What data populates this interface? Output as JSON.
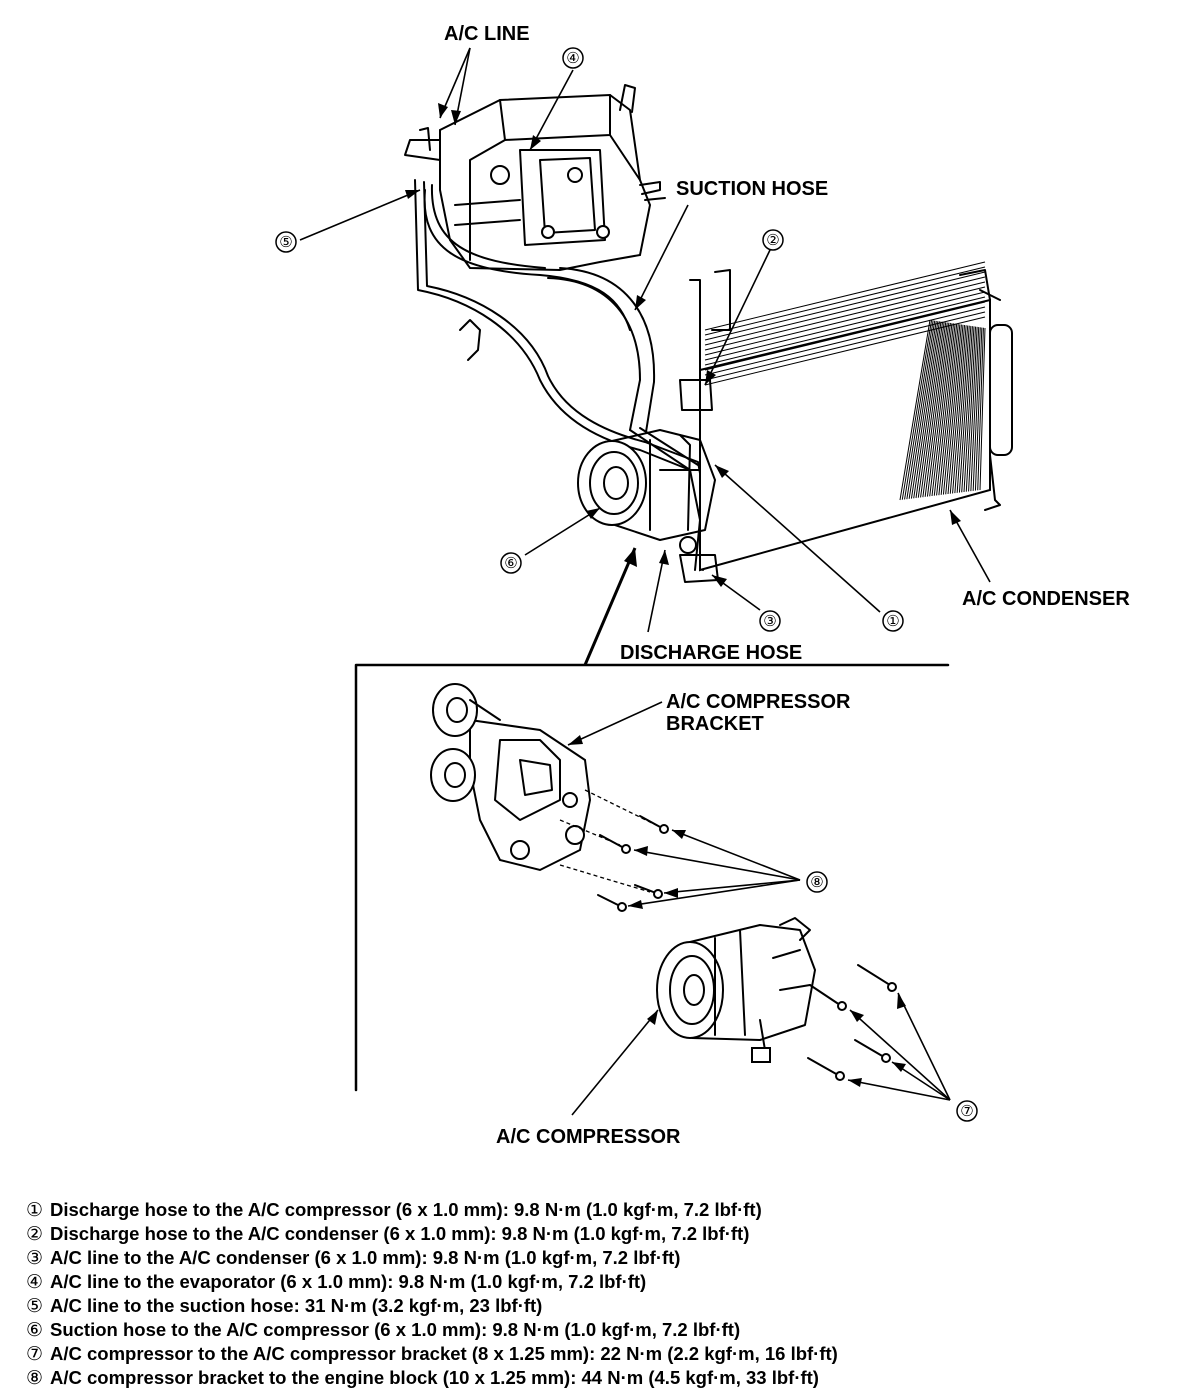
{
  "labels": {
    "ac_line": "A/C LINE",
    "suction_hose": "SUCTION HOSE",
    "ac_condenser": "A/C CONDENSER",
    "discharge_hose": "DISCHARGE HOSE",
    "ac_compressor_bracket_line1": "A/C COMPRESSOR",
    "ac_compressor_bracket_line2": "BRACKET",
    "ac_compressor": "A/C COMPRESSOR"
  },
  "callouts": {
    "c1": "①",
    "c2": "②",
    "c3": "③",
    "c4": "④",
    "c5": "⑤",
    "c6": "⑥",
    "c7": "⑦",
    "c8": "⑧"
  },
  "legend": [
    {
      "marker": "①",
      "text": "Discharge hose to the A/C compressor (6 x 1.0 mm): 9.8 N·m (1.0 kgf·m, 7.2 lbf·ft)"
    },
    {
      "marker": "②",
      "text": "Discharge hose to the A/C condenser (6 x 1.0 mm): 9.8 N·m (1.0 kgf·m, 7.2 lbf·ft)"
    },
    {
      "marker": "③",
      "text": "A/C line to the A/C condenser (6 x 1.0 mm): 9.8 N·m (1.0 kgf·m, 7.2 lbf·ft)"
    },
    {
      "marker": "④",
      "text": "A/C line to the evaporator (6 x 1.0 mm): 9.8 N·m (1.0 kgf·m, 7.2 lbf·ft)"
    },
    {
      "marker": "⑤",
      "text": "A/C line to the suction hose: 31 N·m (3.2 kgf·m, 23 lbf·ft)"
    },
    {
      "marker": "⑥",
      "text": "Suction hose to the A/C compressor (6 x 1.0 mm): 9.8 N·m (1.0 kgf·m, 7.2 lbf·ft)"
    },
    {
      "marker": "⑦",
      "text": "A/C compressor to the A/C compressor bracket (8 x 1.25 mm): 22 N·m (2.2 kgf·m, 16 lbf·ft)"
    },
    {
      "marker": "⑧",
      "text": "A/C compressor bracket to the engine block (10 x 1.25 mm): 44 N·m (4.5 kgf·m, 33 lbf·ft)"
    }
  ]
}
